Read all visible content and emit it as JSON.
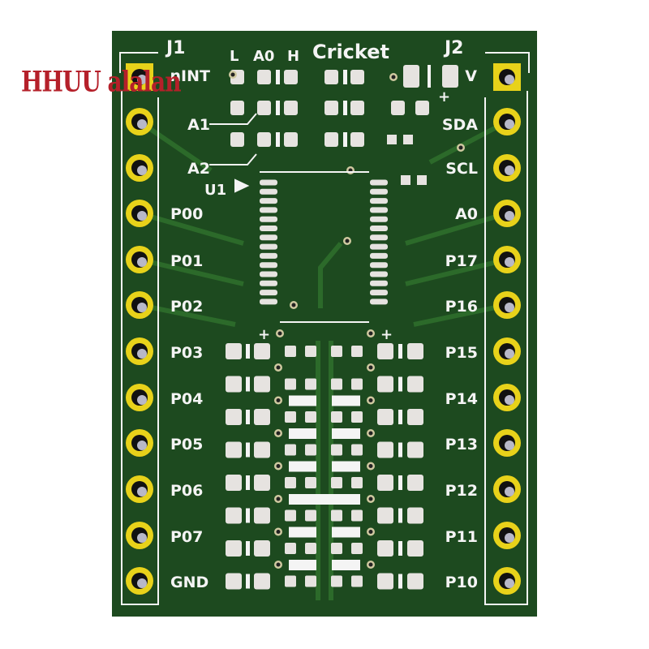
{
  "watermark": {
    "text": "HHUU alalan"
  },
  "board": {
    "title": "Cricket",
    "colors": {
      "board": "#1d4a1f",
      "trace": "#2c6a2a",
      "pad": "#e6e3e0",
      "gold": "#e8d21a",
      "silk": "#f4f4f4"
    },
    "top_labels": [
      "L",
      "A0",
      "H"
    ],
    "j1": {
      "ref": "J1",
      "pins": [
        "nINT",
        "A1",
        "A2",
        "P00",
        "P01",
        "P02",
        "P03",
        "P04",
        "P05",
        "P06",
        "P07",
        "GND"
      ]
    },
    "j2": {
      "ref": "J2",
      "pins": [
        "V",
        "SDA",
        "SCL",
        "A0",
        "P17",
        "P16",
        "P15",
        "P14",
        "P13",
        "P12",
        "P11",
        "P10"
      ],
      "plus": "+"
    },
    "ic": {
      "ref": "U1"
    },
    "plus_marks": [
      "+",
      "+"
    ]
  }
}
